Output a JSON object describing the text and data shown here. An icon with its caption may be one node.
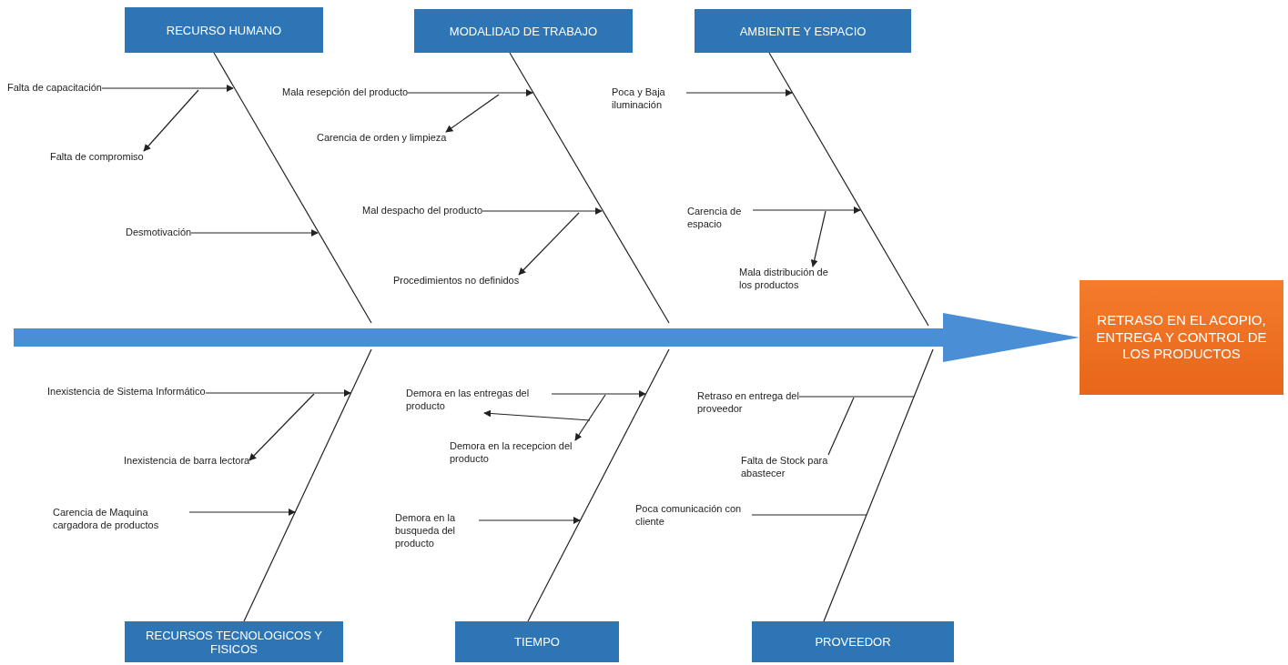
{
  "diagram": {
    "nodes": [
      {
        "text": [
          "RECURSO HUMANO"
        ]
      },
      {
        "text": [
          "MODALIDAD DE TRABAJO"
        ]
      },
      {
        "text": [
          "AMBIENTE Y ESPACIO"
        ]
      },
      {
        "text": [
          "RETRASO EN EL ACOPIO, ENTREGA Y CONTROL DE LOS PRODUCTOS"
        ]
      },
      {
        "text": [
          "RECURSOS TECNOLOGICOS Y FISICOS"
        ]
      },
      {
        "text": [
          "TIEMPO"
        ]
      },
      {
        "text": [
          "PROVEEDOR"
        ]
      },
      {
        "text": [
          "Falta de capacitación"
        ]
      },
      {
        "text": [
          "Falta de compromiso"
        ]
      },
      {
        "text": [
          "Desmotivación"
        ]
      },
      {
        "text": [
          "Mala resepción del producto"
        ]
      },
      {
        "text": [
          "Carencia de orden y limpieza"
        ]
      },
      {
        "text": [
          "Mal despacho del producto"
        ]
      },
      {
        "text": [
          "Procedimientos no definidos"
        ]
      },
      {
        "text": [
          "Poca y Baja iluminación"
        ]
      },
      {
        "text": [
          "Carencia de espacio"
        ]
      },
      {
        "text": [
          "Mala distribución de los productos"
        ]
      },
      {
        "text": [
          "Inexistencia de Sistema Informático"
        ]
      },
      {
        "text": [
          "Inexistencia de barra lectora"
        ]
      },
      {
        "text": [
          "Carencia de Maquina cargadora de productos"
        ]
      },
      {
        "text": [
          "Demora en las entregas del producto"
        ]
      },
      {
        "text": [
          "Demora en la recepcion del producto"
        ]
      },
      {
        "text": [
          "Demora en la busqueda del producto"
        ]
      },
      {
        "text": [
          "Retraso en entrega del proveedor"
        ]
      },
      {
        "text": [
          "Falta de Stock para abastecer"
        ]
      },
      {
        "text": [
          "Poca comunicación con cliente"
        ]
      }
    ],
    "edges": [
      {
        "from": null,
        "to": 3,
        "arrow": "to",
        "style": "thick",
        "color": "#4a8fd6"
      },
      {
        "from": 0,
        "to": null,
        "arrow": "none"
      },
      {
        "from": 1,
        "to": null,
        "arrow": "none"
      },
      {
        "from": 2,
        "to": null,
        "arrow": "none"
      },
      {
        "from": 4,
        "to": null,
        "arrow": "none"
      },
      {
        "from": 5,
        "to": null,
        "arrow": "none"
      },
      {
        "from": 6,
        "to": null,
        "arrow": "none"
      },
      {
        "from": 7,
        "to": null,
        "arrow": "to"
      },
      {
        "from": null,
        "to": 8,
        "arrow": "to"
      },
      {
        "from": 9,
        "to": null,
        "arrow": "to"
      },
      {
        "from": 10,
        "to": null,
        "arrow": "to"
      },
      {
        "from": null,
        "to": 11,
        "arrow": "to"
      },
      {
        "from": 12,
        "to": null,
        "arrow": "to"
      },
      {
        "from": null,
        "to": 13,
        "arrow": "to"
      },
      {
        "from": 14,
        "to": null,
        "arrow": "to"
      },
      {
        "from": 15,
        "to": null,
        "arrow": "to"
      },
      {
        "from": null,
        "to": 16,
        "arrow": "to"
      },
      {
        "from": 17,
        "to": null,
        "arrow": "to"
      },
      {
        "from": null,
        "to": 18,
        "arrow": "to"
      },
      {
        "from": 19,
        "to": null,
        "arrow": "to"
      },
      {
        "from": 20,
        "to": null,
        "arrow": "to"
      },
      {
        "from": null,
        "to": 21,
        "arrow": "to"
      },
      {
        "from": 22,
        "to": null,
        "arrow": "to"
      },
      {
        "from": 23,
        "to": null,
        "arrow": "none"
      },
      {
        "from": null,
        "to": 24,
        "arrow": "none"
      },
      {
        "from": 25,
        "to": null,
        "arrow": "none"
      },
      {
        "from": null,
        "to": 20,
        "arrow": "to"
      }
    ]
  }
}
